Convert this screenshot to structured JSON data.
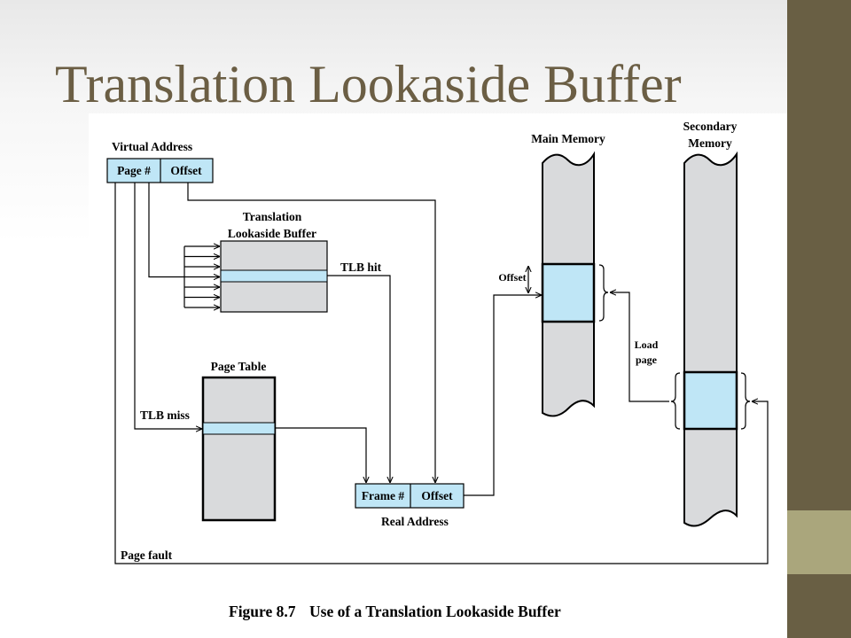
{
  "slide": {
    "title": "Translation Lookaside Buffer",
    "theme_colors": {
      "title": "#6b5e44",
      "sidebar_dark": "#695f44",
      "sidebar_light": "#aaa67c",
      "diagram_blue": "#bfe6f6",
      "diagram_gray": "#d9dadc"
    }
  },
  "diagram": {
    "virtual_address": {
      "label": "Virtual Address",
      "page_field": "Page #",
      "offset_field": "Offset"
    },
    "tlb": {
      "title_line1": "Translation",
      "title_line2": "Lookaside Buffer",
      "hit_label": "TLB hit"
    },
    "page_table": {
      "title": "Page Table",
      "miss_label": "TLB miss"
    },
    "real_address": {
      "label": "Real Address",
      "frame_field": "Frame #",
      "offset_field": "Offset"
    },
    "main_memory": {
      "title": "Main Memory",
      "offset_label": "Offset"
    },
    "secondary_memory": {
      "title_line1": "Secondary",
      "title_line2": "Memory"
    },
    "load_page": {
      "line1": "Load",
      "line2": "page"
    },
    "page_fault_label": "Page fault"
  },
  "caption": {
    "figure_number": "Figure 8.7",
    "text": "Use of a Translation Lookaside Buffer"
  }
}
